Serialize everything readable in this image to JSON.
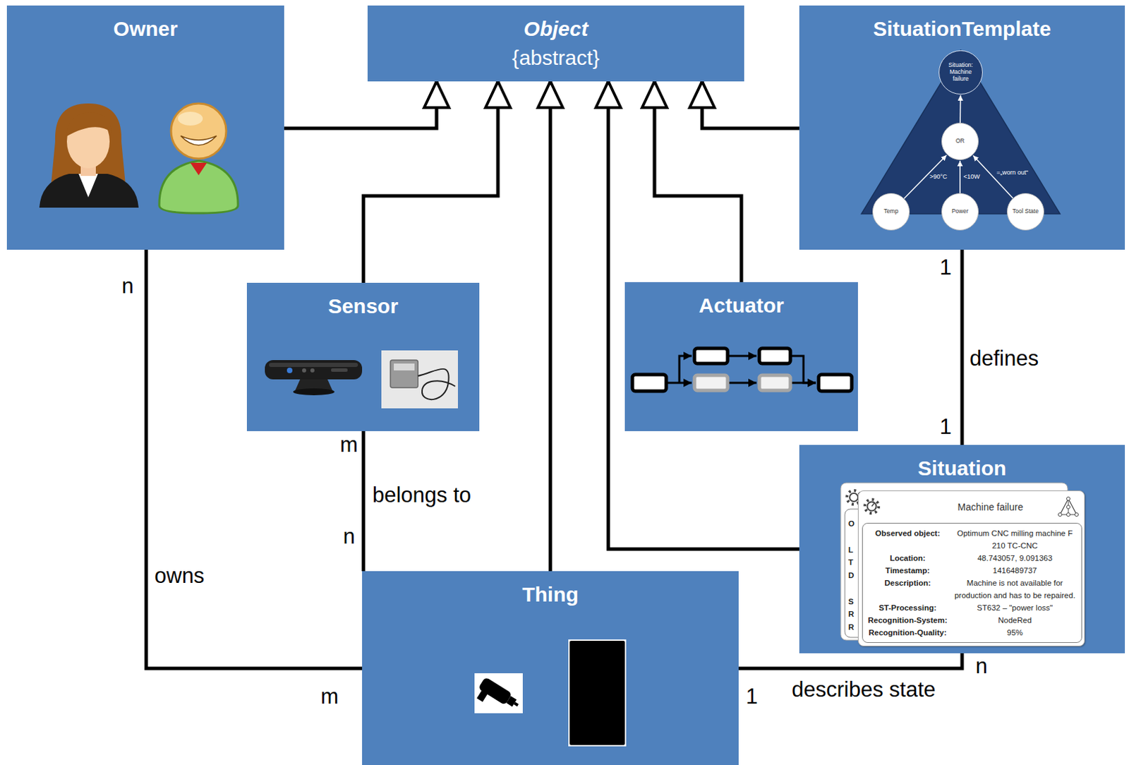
{
  "diagram": {
    "nodes": [
      {
        "text": [
          "Owner"
        ]
      },
      {
        "text": [
          "Object",
          "{abstract}"
        ]
      },
      {
        "text": [
          "SituationTemplate"
        ]
      },
      {
        "text": [
          "Situation: Machine failure"
        ],
        "in": 2
      },
      {
        "text": [
          "OR"
        ],
        "in": 2
      },
      {
        "text": [
          "Temp"
        ],
        "in": 2
      },
      {
        "text": [
          "Power"
        ],
        "in": 2
      },
      {
        "text": [
          "Tool State"
        ],
        "in": 2
      },
      {
        "text": [
          "Sensor"
        ]
      },
      {
        "text": [
          "Actuator"
        ]
      },
      {
        "text": [
          "Situation"
        ]
      },
      {
        "text": [
          "Machine failure"
        ],
        "in": 10
      },
      {
        "text": [
          "Observed object:",
          "Optimum CNC milling machine F 210 TC-CNC",
          "Location:",
          "48.743057, 9.091363",
          "Timestamp:",
          "1416489737",
          "Description:",
          "Machine is not available for production and has to be repaired.",
          "ST-Processing:",
          "ST632 – \"power loss\"",
          "Recognition-System:",
          "NodeRed",
          "Recognition-Quality:",
          "95%"
        ],
        "in": 11
      },
      {
        "text": [
          "Thing"
        ]
      }
    ],
    "edges": [
      {
        "from": 0,
        "to": 1,
        "arrow": "to"
      },
      {
        "from": 8,
        "to": 1,
        "arrow": "to"
      },
      {
        "from": 13,
        "to": 1,
        "arrow": "to"
      },
      {
        "from": 10,
        "to": 1,
        "arrow": "to"
      },
      {
        "from": 9,
        "to": 1,
        "arrow": "to"
      },
      {
        "from": 2,
        "to": 1,
        "arrow": "to"
      },
      {
        "from": 5,
        "to": 4,
        "arrow": "to",
        "label": ">90°C"
      },
      {
        "from": 6,
        "to": 4,
        "arrow": "to",
        "label": "<10W"
      },
      {
        "from": 7,
        "to": 4,
        "arrow": "to",
        "label": "=„worn out“"
      },
      {
        "from": 4,
        "to": 3,
        "arrow": "to"
      },
      {
        "from": 0,
        "to": 13,
        "arrow": "none",
        "label": "owns"
      },
      {
        "from": 8,
        "to": 13,
        "arrow": "none",
        "label": "belongs to"
      },
      {
        "from": 2,
        "to": 10,
        "arrow": "none",
        "label": "defines"
      },
      {
        "from": 13,
        "to": 10,
        "arrow": "none",
        "label": "describes state"
      }
    ],
    "labels": [
      "n",
      "1",
      "m",
      "1",
      "n",
      "n",
      "m",
      "1",
      "O",
      "L",
      "T",
      "D",
      "S",
      "R",
      "R"
    ]
  }
}
